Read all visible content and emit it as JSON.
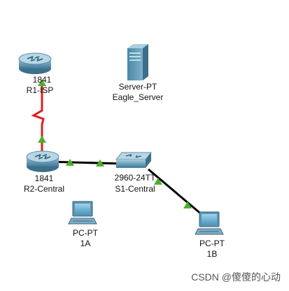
{
  "devices": {
    "r1": {
      "model": "1841",
      "name": "R1-ISP"
    },
    "server": {
      "model": "Server-PT",
      "name": "Eagle_Server"
    },
    "r2": {
      "model": "1841",
      "name": "R2-Central"
    },
    "switch": {
      "model": "2960-24TT",
      "name": "S1-Central"
    },
    "pc1a": {
      "model": "PC-PT",
      "name": "1A"
    },
    "pc1b": {
      "model": "PC-PT",
      "name": "1B"
    }
  },
  "links": [
    {
      "from": "R1-ISP",
      "to": "R2-Central",
      "type": "serial",
      "color": "#e02020",
      "status": "up"
    },
    {
      "from": "R2-Central",
      "to": "S1-Central",
      "type": "ethernet",
      "color": "#000000",
      "status": "up"
    },
    {
      "from": "S1-Central",
      "to": "1B",
      "type": "ethernet",
      "color": "#000000",
      "status": "up"
    }
  ],
  "status_color": "#4caf2a",
  "watermark": "CSDN @傻傻的心动"
}
